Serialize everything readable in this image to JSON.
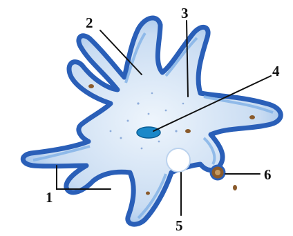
{
  "diagram": {
    "labels": [
      {
        "id": "1",
        "text": "1"
      },
      {
        "id": "2",
        "text": "2"
      },
      {
        "id": "3",
        "text": "3"
      },
      {
        "id": "4",
        "text": "4"
      },
      {
        "id": "5",
        "text": "5"
      },
      {
        "id": "6",
        "text": "6"
      }
    ]
  },
  "colors": {
    "membrane": "#2a5fb8",
    "ectoplasm": "#7fb0e6",
    "endoplasm": "#d9e8f6",
    "nucleus": "#1a88c9",
    "vacuole": "#ffffff",
    "food_vacuole": "#8a5a2b",
    "outline": "#111111"
  }
}
